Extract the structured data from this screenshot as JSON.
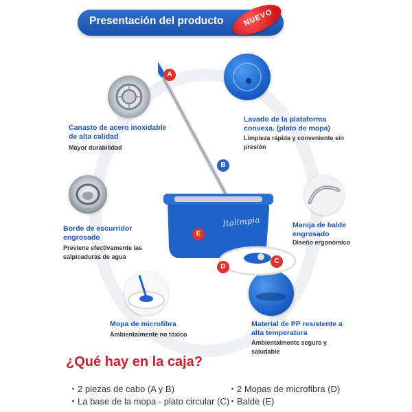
{
  "header": {
    "title": "Presentación del producto",
    "badge": "NUEVO"
  },
  "colors": {
    "banner": "#1c4fa8",
    "badge": "#d11a1a",
    "feature_title": "#1d54b3",
    "heading": "#c81d2b",
    "bucket": "#1f63c9"
  },
  "features": [
    {
      "id": "canasto",
      "title": "Canasto de acero inoxidable de alta calidad",
      "desc": "Mayor durabilidad"
    },
    {
      "id": "lavado",
      "title": "Lavado de la plataforma convexa. (plato de mopa)",
      "desc": "Limpieza rápida y conveniente sin presión"
    },
    {
      "id": "borde",
      "title": "Borde de escurridor engrosado",
      "desc": "Previene efectivamente las salpicaduras de agua"
    },
    {
      "id": "manija",
      "title": "Manija de balde engrosado",
      "desc": "Diseño ergonómico"
    },
    {
      "id": "mopa",
      "title": "Mopa de microfibra",
      "desc": "Ambientalmente no tóxico"
    },
    {
      "id": "material",
      "title": "Material de PP resistente a alta temperatura",
      "desc": "Ambientalmente seguro y saludable"
    }
  ],
  "product": {
    "brand_script": "Italimpia",
    "markers": [
      "A",
      "B",
      "C",
      "D",
      "E"
    ]
  },
  "box": {
    "heading": "¿Qué hay en la caja?",
    "items": [
      "・2 piezas de cabo (A y B)",
      "・2 Mopas de microfibra (D)",
      "・La base de la mopa - plato circular (C)",
      "・Balde (E)"
    ]
  }
}
